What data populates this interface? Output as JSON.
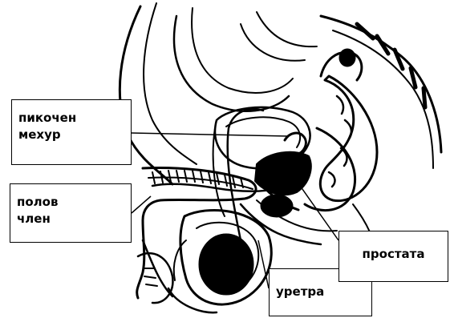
{
  "labels": {
    "bladder": [
      "пикочен",
      "мехур"
    ],
    "penis": [
      "полов",
      "член"
    ],
    "prostate": "простата",
    "urethra": "уретра"
  },
  "colors": {
    "ink": "#000000",
    "background": "#ffffff"
  }
}
